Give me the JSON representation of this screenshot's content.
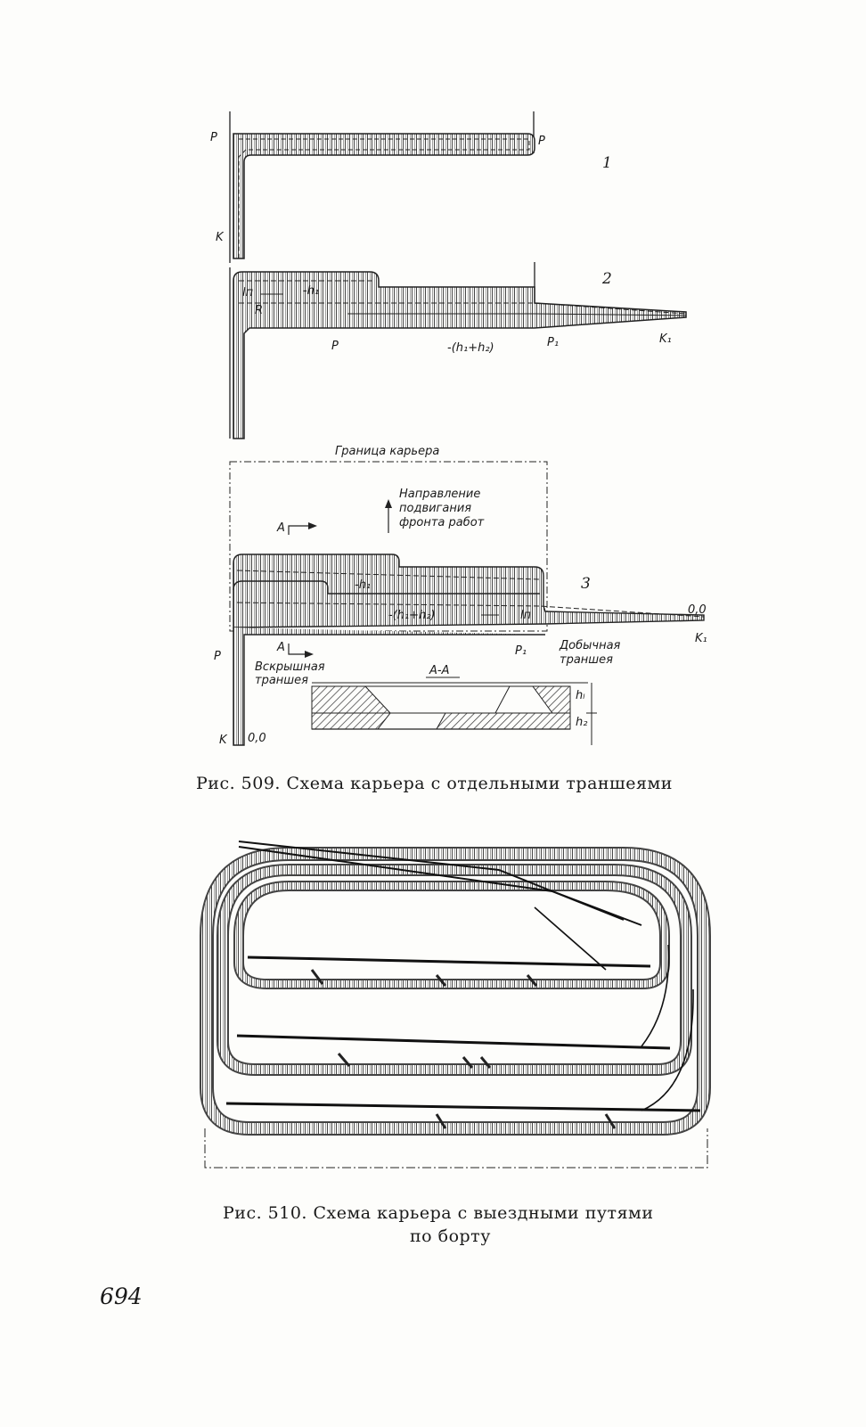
{
  "figure509": {
    "caption": "Рис. 509. Схема карьера с отдельными траншеями",
    "scheme1": {
      "number": "1",
      "label_p_left": "P",
      "label_p_right": "P",
      "label_k": "K"
    },
    "scheme2": {
      "number": "2",
      "label_ln": "lп",
      "label_r": "R",
      "label_h1": "-h₁",
      "label_p": "P",
      "label_h1h2": "-(h₁+h₂)",
      "label_p1": "P₁",
      "label_k1": "K₁"
    },
    "scheme3": {
      "number": "3",
      "quarry_boundary": "Граница карьера",
      "direction_line1": "Направление",
      "direction_line2": "подвигания",
      "direction_line3": "фронта работ",
      "label_a_top": "A",
      "label_h1": "-h₁",
      "label_h1h2": "-(h₁+h₂)",
      "label_ln": "lп",
      "label_00_right": "0,0",
      "label_k1": "K₁",
      "label_a_bottom": "A",
      "label_p1": "P₁",
      "label_p": "P",
      "overburden_line1": "Вскрышная",
      "overburden_line2": "траншея",
      "mining_line1": "Добычная",
      "mining_line2": "траншея",
      "section_label": "A-A",
      "label_hl": "hₗ",
      "label_h2": "h₂",
      "label_k": "K",
      "label_00_bottom": "0,0"
    }
  },
  "figure510": {
    "caption_line1": "Рис. 510.  Схема карьера с выездными путями",
    "caption_line2": "по борту"
  },
  "page_number": "694"
}
